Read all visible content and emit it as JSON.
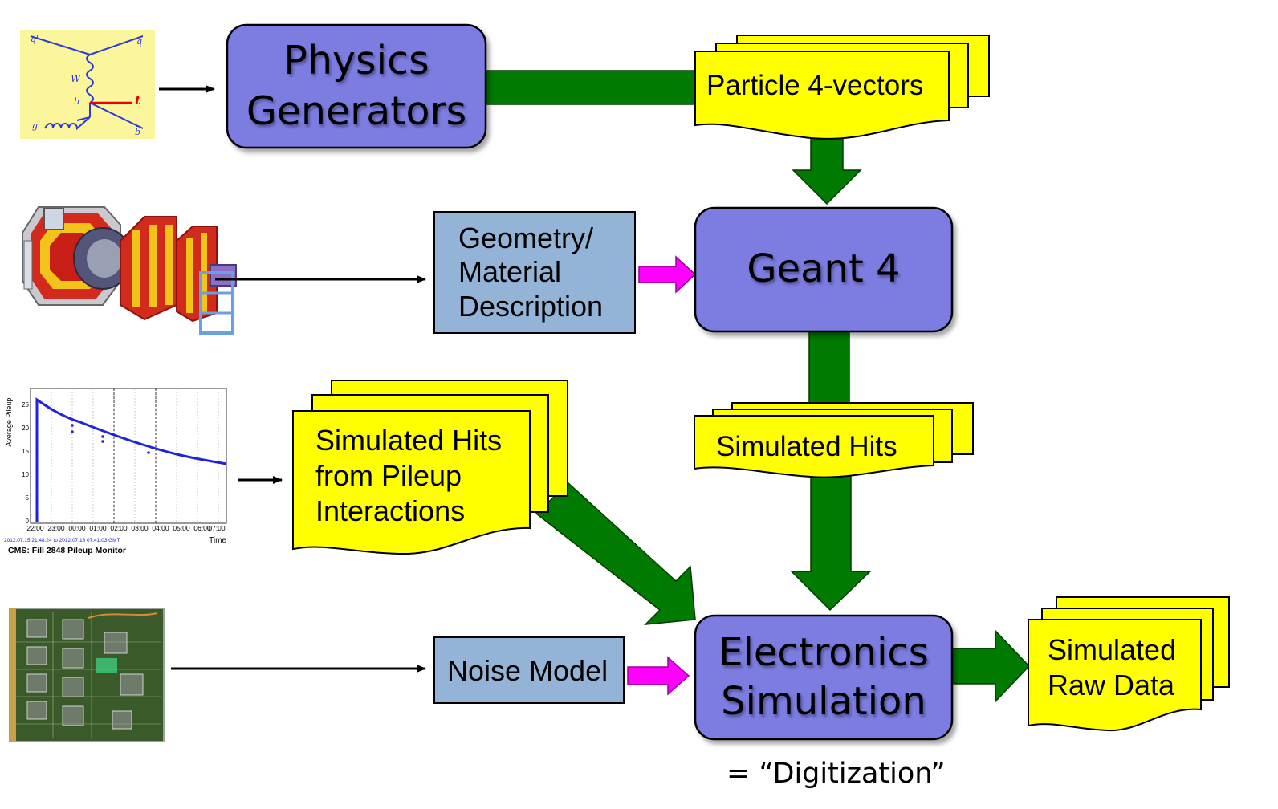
{
  "colors": {
    "process_box": "#7b7be1",
    "input_box": "#93b3d7",
    "document": "#ffff00",
    "flow_arrow": "#007a00",
    "config_arrow": "#ff00ff",
    "thin_arrow": "#000000"
  },
  "boxes": {
    "physics_generators": {
      "line1": "Physics",
      "line2": "Generators"
    },
    "geant4": {
      "label": "Geant 4"
    },
    "electronics_simulation": {
      "line1": "Electronics",
      "line2": "Simulation"
    },
    "geometry": {
      "line1": "Geometry/",
      "line2": "Material",
      "line3": "Description"
    },
    "noise_model": {
      "label": "Noise Model"
    }
  },
  "documents": {
    "particle_vectors": {
      "label": "Particle 4-vectors"
    },
    "simulated_hits": {
      "label": "Simulated Hits"
    },
    "pileup_hits": {
      "line1": "Simulated Hits",
      "line2": "from Pileup",
      "line3": "Interactions"
    },
    "raw_data": {
      "line1": "Simulated",
      "line2": "Raw Data"
    }
  },
  "caption": "= “Digitization”",
  "images": {
    "feynman": {
      "icon": "feynman-diagram-icon",
      "labels": [
        "q'",
        "q",
        "W",
        "b",
        "t",
        "g",
        "b̄"
      ]
    },
    "detector": {
      "icon": "cms-detector-icon"
    },
    "electronics_board": {
      "icon": "circuit-board-icon"
    },
    "pileup_plot": {
      "icon": "pileup-plot-icon",
      "y_axis_label": "Average Pileup",
      "y_ticks": [
        "25",
        "20",
        "15",
        "10",
        "5",
        "0"
      ],
      "x_ticks": [
        "22:00",
        "23:00",
        "00:00",
        "01:00",
        "02:00",
        "03:00",
        "04:00",
        "05:00",
        "06:00",
        "07:00"
      ],
      "x_axis_label": "Time",
      "date_range": "2012.07.15 21:48:24 to 2012.07.16 07:41:03 GMT",
      "title": "CMS: Fill 2848 Pileup Monitor"
    }
  }
}
